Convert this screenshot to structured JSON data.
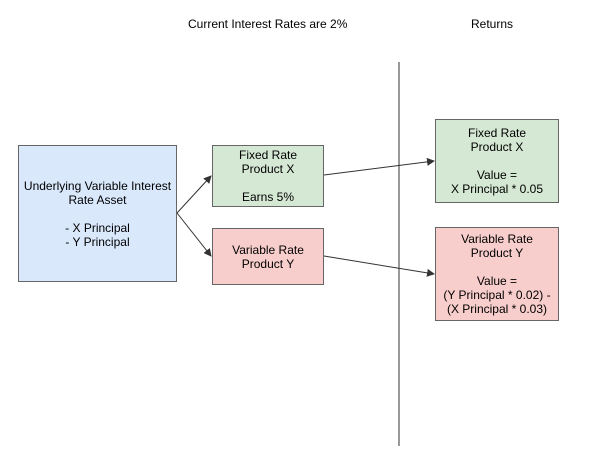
{
  "headers": {
    "current_rates": "Current Interest Rates are 2%",
    "returns": "Returns"
  },
  "underlying": {
    "title_line1": "Underlying Variable Interest",
    "title_line2": "Rate Asset",
    "item1": "- X Principal",
    "item2": "- Y Principal"
  },
  "fixed_product": {
    "line1": "Fixed Rate",
    "line2": "Product X",
    "earns": "Earns 5%"
  },
  "variable_product": {
    "line1": "Variable Rate",
    "line2": "Product Y"
  },
  "fixed_return": {
    "line1": "Fixed Rate",
    "line2": "Product X",
    "value_label": "Value =",
    "formula": "X Principal * 0.05"
  },
  "variable_return": {
    "line1": "Variable Rate",
    "line2": "Product Y",
    "value_label": "Value =",
    "formula_line1": "(Y Principal * 0.02) -",
    "formula_line2": "(X Principal * 0.03)"
  },
  "colors": {
    "asset_fill": "#dae8fc",
    "fixed_fill": "#d5e8d4",
    "variable_fill": "#f8cecc",
    "border": "#666666",
    "line": "#333333"
  }
}
